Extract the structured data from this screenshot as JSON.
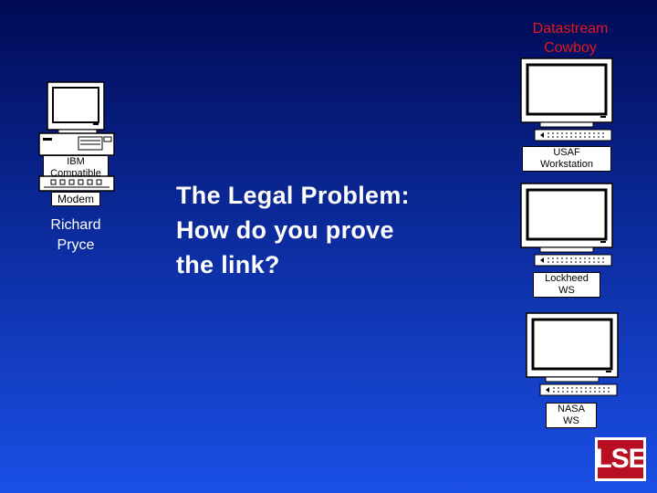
{
  "slide": {
    "headline_lines": [
      "The Legal Problem:",
      "How do you prove",
      "the link?"
    ],
    "hacker_labels": [
      "Datastream",
      "Cowboy"
    ],
    "victim_name": [
      "Richard",
      "Pryce"
    ],
    "victim_computer_label": "IBM Compatible",
    "modem_label": "Modem",
    "workstations": [
      {
        "label": "USAF Workstation"
      },
      {
        "label": "Lockheed WS"
      },
      {
        "label": "NASA WS"
      }
    ],
    "logo_text": "LSE"
  },
  "colors": {
    "background_top": "#000a55",
    "background_bottom": "#1a4fe6",
    "hacker_label": "#e41919",
    "logo_red": "#b80f22"
  }
}
